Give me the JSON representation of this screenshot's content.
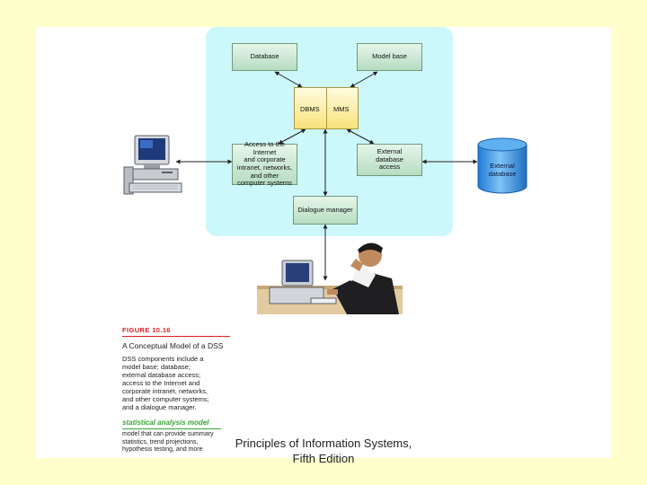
{
  "diagram": {
    "database": "Database",
    "model_base": "Model base",
    "dbms": "DBMS",
    "mms": "MMS",
    "internet_access": [
      "Access to the Internet",
      "and corporate",
      "intranet, networks,",
      "and other",
      "computer systems"
    ],
    "external_access": [
      "External",
      "database",
      "access"
    ],
    "dialogue_manager": "Dialogue manager",
    "external_database": [
      "External",
      "database"
    ]
  },
  "caption": {
    "figure_number": "FIGURE 10.16",
    "title": [
      "A Conceptual Model of a DSS"
    ],
    "description": [
      "DSS components include a",
      "model base; database;",
      "external database access;",
      "access to the Internet and",
      "corporate intranet, networks,",
      "and other computer systems;",
      "and a dialogue manager."
    ],
    "term": "statistical analysis model",
    "term_definition": [
      "model that can provide summary",
      "statistics, trend projections,",
      "hypothesis testing, and more"
    ]
  },
  "footer": [
    "Principles of Information Systems,",
    "Fifth Edition"
  ],
  "colors": {
    "background": "#ffffcc",
    "panel": "#ccf7fb",
    "box_green": "#b7dcc2",
    "box_yellow": "#f8e27a",
    "figure_red": "#d8202a",
    "term_green": "#3aa435",
    "cylinder_blue": "#2a8ee0"
  },
  "icons": [
    "desktop-computer-icon",
    "database-cylinder-icon",
    "user-at-computer-icon"
  ]
}
